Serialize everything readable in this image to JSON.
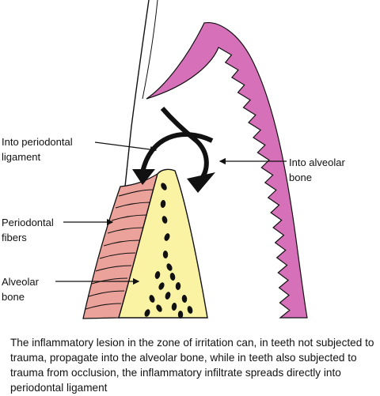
{
  "labels": {
    "periodontal_ligament": "Into periodontal\nligament",
    "alveolar_bone": "Into alveolar\nbone",
    "periodontal_fibers": "Periodontal\nfibers",
    "alveolar_bone_tissue": "Alveolar\nbone"
  },
  "caption": "The inflammatory lesion in the zone of irritation can, in teeth not subjected to trauma, propagate into the alveolar bone, while in teeth also subjected to trauma from occlusion, the inflammatory infiltrate spreads directly into periodontal ligament",
  "colors": {
    "gingiva": "#d670b8",
    "bone": "#fbf3a4",
    "fibers": "#eba29a",
    "ink": "#111111"
  }
}
